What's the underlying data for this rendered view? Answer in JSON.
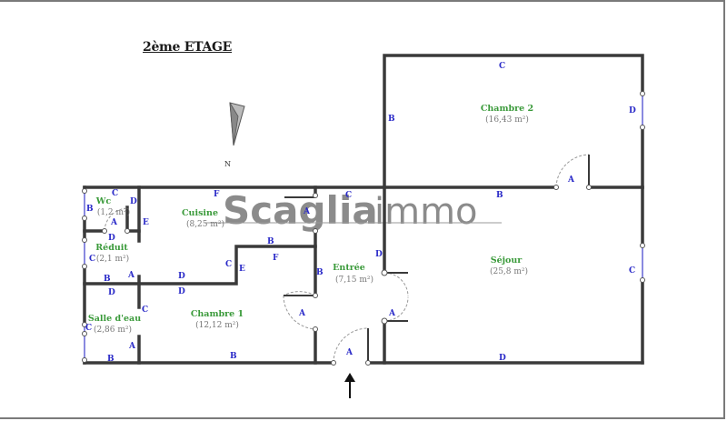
{
  "title": "2ème ETAGE",
  "compass": {
    "label": "N"
  },
  "watermark": {
    "brand": "Scaglia",
    "suffix": "immo"
  },
  "rooms": [
    {
      "name": "Chambre 2",
      "area": "(16,43 m²)"
    },
    {
      "name": "Séjour",
      "area": "(25,8 m²)"
    },
    {
      "name": "Entrée",
      "area": "(7,15 m²)"
    },
    {
      "name": "Cuisine",
      "area": "(8,25 m²)"
    },
    {
      "name": "Wc",
      "area": "(1,2 m²)"
    },
    {
      "name": "Réduit",
      "area": "(2,1 m²)"
    },
    {
      "name": "Chambre 1",
      "area": "(12,12 m²)"
    },
    {
      "name": "Salle d'eau",
      "area": "(2,86 m²)"
    }
  ],
  "labels": {
    "A": "A",
    "B": "B",
    "C": "C",
    "D": "D",
    "E": "E",
    "F": "F"
  },
  "colors": {
    "room_name": "#3a9a3a",
    "area": "#777777",
    "wall_label": "#2a2ac8",
    "wall": "#3a3a3a",
    "window": "#8a8ae0"
  }
}
